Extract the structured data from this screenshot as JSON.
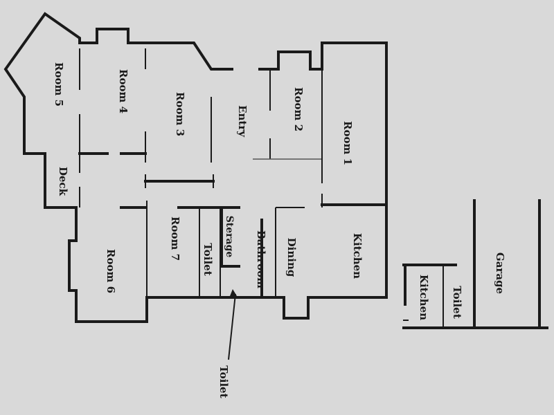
{
  "rooms": {
    "room5": "Room 5",
    "room4": "Room 4",
    "room3": "Room 3",
    "entry": "Entry",
    "room2": "Room 2",
    "room1": "Room 1",
    "deck": "Deck",
    "room6": "Room 6",
    "room7": "Room 7",
    "toilet_a": "Toilet",
    "storage": "Sterage",
    "bathroom": "Bathroom",
    "dining": "Dining",
    "kitchen_main": "Kitchen",
    "toilet_callout": "Toilet",
    "kitchen_annex": "Kitchen",
    "toilet_annex": "Toilet",
    "garage": "Garage"
  }
}
